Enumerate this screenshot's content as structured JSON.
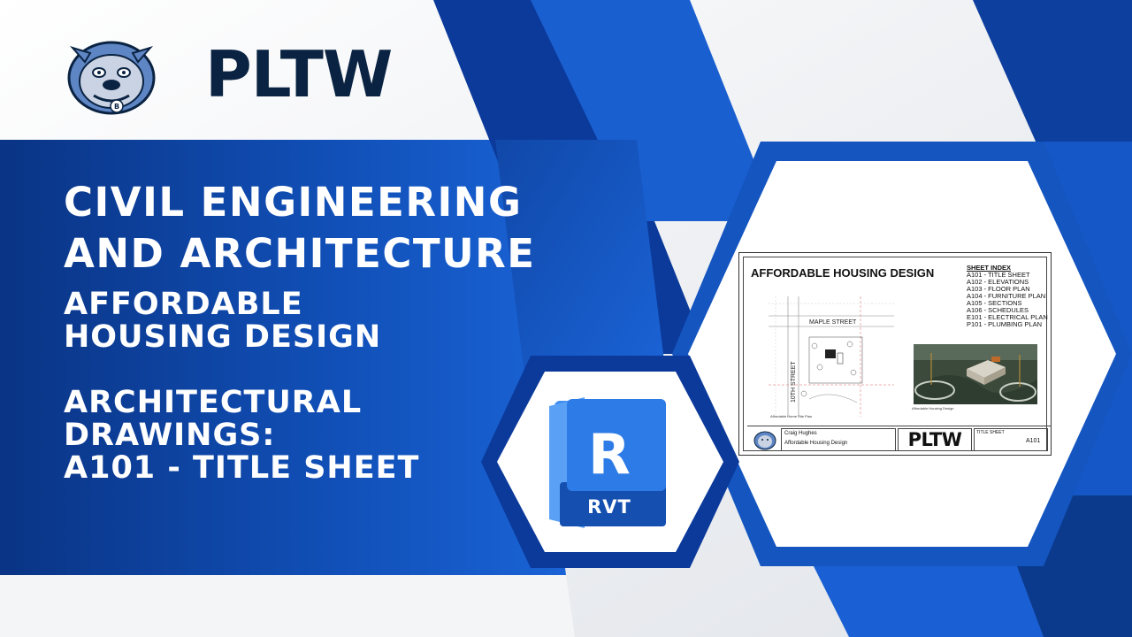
{
  "brand": {
    "wordmark": "PLTW",
    "mascot_icon": "bulldog-mascot-icon",
    "mascot_letter": "B"
  },
  "headline": {
    "line1": "CIVIL ENGINEERING",
    "line2": "AND ARCHITECTURE"
  },
  "subtitle": {
    "line1": "AFFORDABLE",
    "line2": "HOUSING DESIGN",
    "line3": "ARCHITECTURAL",
    "line4": "DRAWINGS:",
    "line5": "A101 - TITLE SHEET"
  },
  "sheet": {
    "title": "AFFORDABLE HOUSING DESIGN",
    "index_header": "SHEET INDEX",
    "index": [
      "A101 - TITLE SHEET",
      "A102 - ELEVATIONS",
      "A103 - FLOOR PLAN",
      "A104 - FURNITURE PLAN",
      "A105 - SECTIONS",
      "A106 - SCHEDULES",
      "E101 - ELECTRICAL PLAN",
      "P101 - PLUMBING PLAN"
    ],
    "street_top": "MAPLE STREET",
    "street_side": "10TH STREET",
    "site_plan_caption": "Affordable Home Site Plan",
    "render_caption": "Affordable Housing Design",
    "titleblock": {
      "designer": "Craig Hughes",
      "project": "Affordable Housing Design",
      "logo": "PLTW",
      "sheet_label": "TITLE SHEET",
      "sheet_number": "A101"
    }
  },
  "app_icon": {
    "name": "revit-icon",
    "letter": "R",
    "label": "RVT"
  },
  "colors": {
    "navy": "#0a2342",
    "blue_dark": "#0b3a8c",
    "blue_mid": "#1455c0",
    "blue_bright": "#1e6fe0",
    "revit_blue": "#1a73e8"
  }
}
